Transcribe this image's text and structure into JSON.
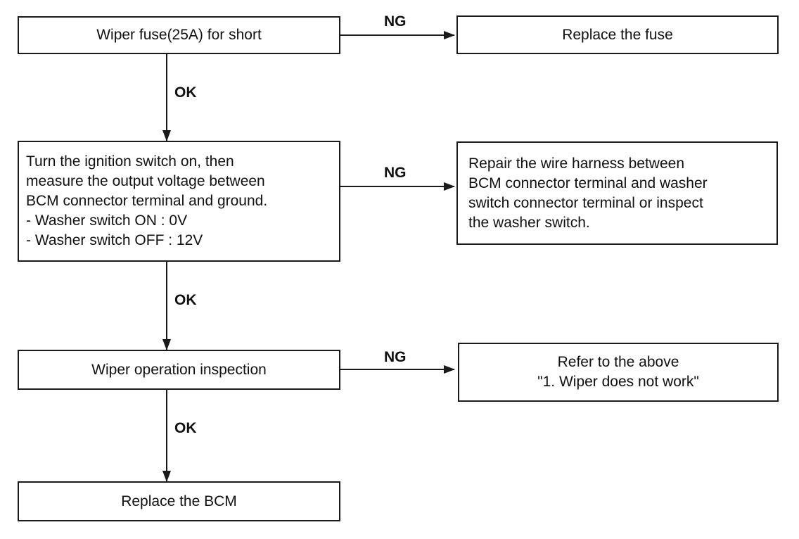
{
  "nodes": {
    "fuse_check": {
      "lines": [
        "Wiper fuse(25A) for short"
      ]
    },
    "replace_fuse": {
      "lines": [
        "Replace the fuse"
      ]
    },
    "voltage_check": {
      "lines": [
        "Turn the ignition switch on, then",
        "measure the output voltage between",
        "BCM connector terminal and ground.",
        "- Washer switch ON : 0V",
        "- Washer switch OFF : 12V"
      ]
    },
    "repair_harness": {
      "lines": [
        "Repair the wire harness between",
        "BCM connector terminal and washer",
        "switch connector terminal or inspect",
        "the washer switch."
      ]
    },
    "wiper_inspection": {
      "lines": [
        "Wiper operation inspection"
      ]
    },
    "refer_above": {
      "lines": [
        "Refer to the above",
        "\"1. Wiper does not work\""
      ]
    },
    "replace_bcm": {
      "lines": [
        "Replace the BCM"
      ]
    }
  },
  "edges": {
    "fuse_ng": "NG",
    "fuse_ok": "OK",
    "voltage_ng": "NG",
    "voltage_ok": "OK",
    "inspection_ng": "NG",
    "inspection_ok": "OK"
  }
}
